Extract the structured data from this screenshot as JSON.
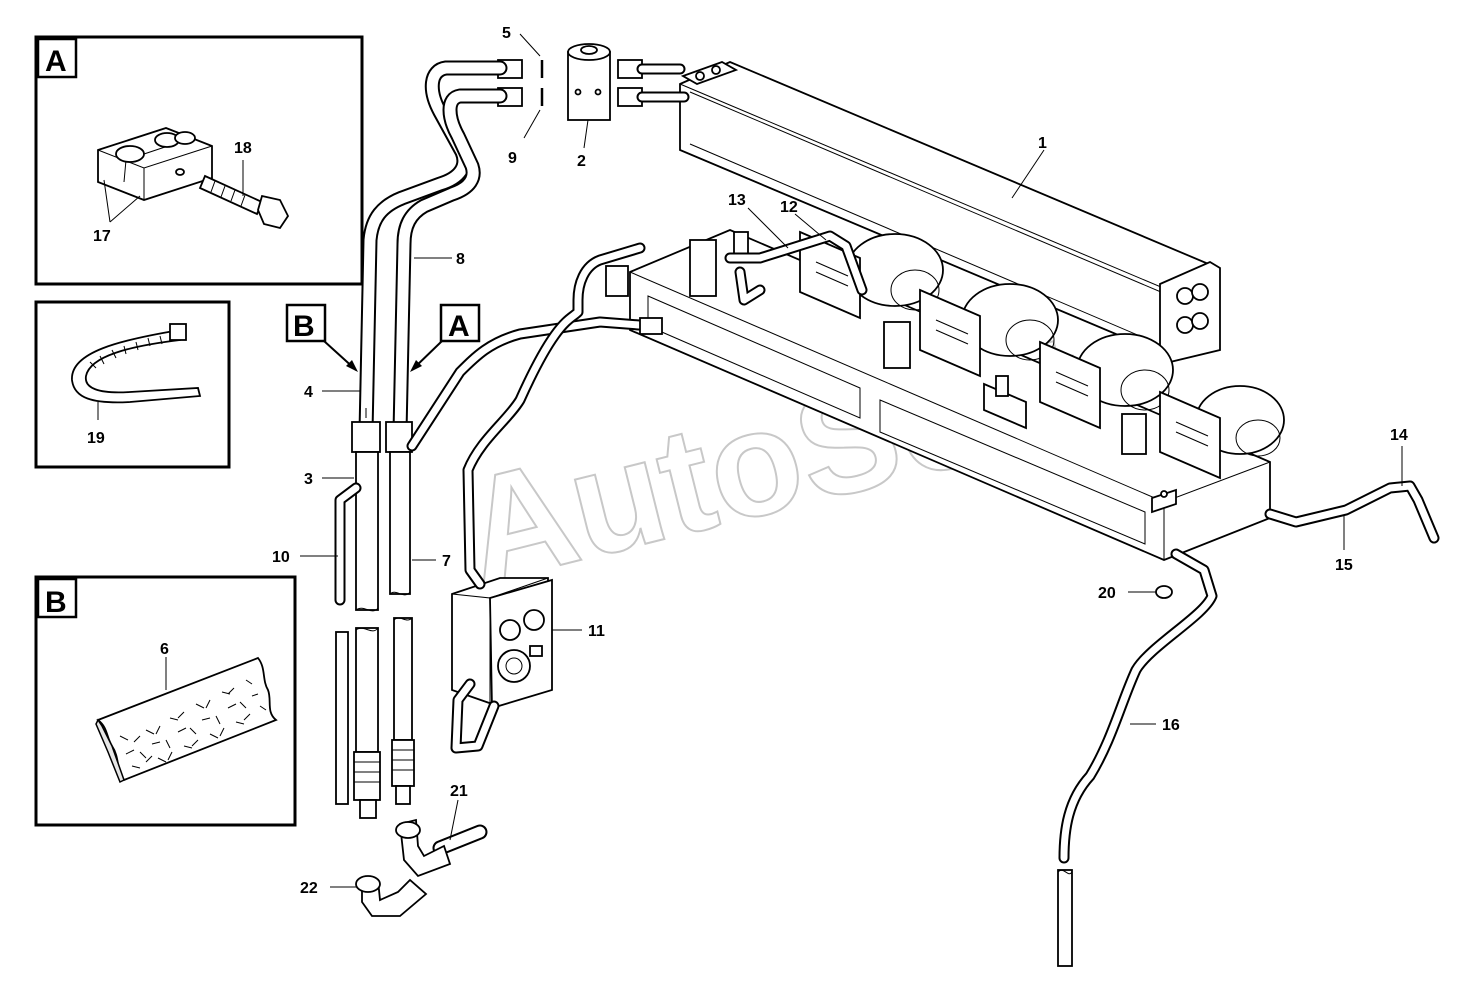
{
  "watermark": "AutoSoft",
  "detail_boxes": [
    {
      "letter": "A"
    },
    {
      "letter": "B"
    }
  ],
  "view_markers": [
    {
      "letter": "B"
    },
    {
      "letter": "A"
    }
  ],
  "callouts": [
    "1",
    "2",
    "3",
    "4",
    "5",
    "6",
    "7",
    "8",
    "9",
    "10",
    "11",
    "12",
    "13",
    "14",
    "15",
    "16",
    "17",
    "18",
    "19",
    "20",
    "21",
    "22"
  ]
}
